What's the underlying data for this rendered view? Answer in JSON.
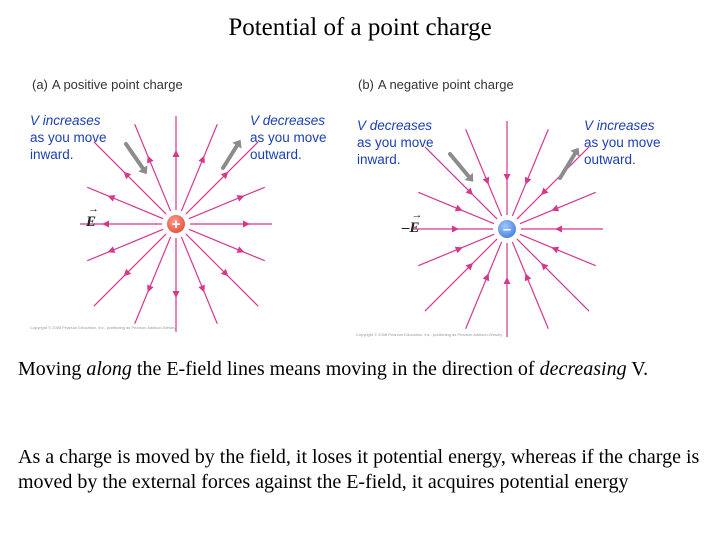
{
  "title": "Potential of a point charge",
  "panel_a": {
    "label": "(a)",
    "heading": "A positive point charge",
    "left_note": {
      "v": "V increases",
      "line2": "as you move",
      "line3": "inward."
    },
    "right_note": {
      "v": "V decreases",
      "line2": "as you move",
      "line3": "outward."
    },
    "e_label": "E",
    "charge_symbol": "+",
    "copyright": "Copyright © 2008 Pearson Education, Inc., publishing as Pearson Addison-Wesley.",
    "field_direction": "outward",
    "charge_color": "#d9402f"
  },
  "panel_b": {
    "label": "(b)",
    "heading": "A negative point charge",
    "left_note": {
      "v": "V decreases",
      "line2": "as you move",
      "line3": "inward."
    },
    "right_note": {
      "v": "V increases",
      "line2": "as you move",
      "line3": "outward."
    },
    "e_prefix": "–",
    "e_label": "E",
    "charge_symbol": "–",
    "copyright": "Copyright © 2008 Pearson Education, Inc., publishing as Pearson Addison-Wesley.",
    "field_direction": "inward",
    "charge_color": "#2f6fd9"
  },
  "paragraph1": {
    "p1": "Moving ",
    "em1": "along",
    "p2": " the E-field lines means moving in the direction of ",
    "em2": "decreasing",
    "p3": " V."
  },
  "paragraph2": "As a charge is moved by the field, it loses it potential energy, whereas if the charge is moved by the external forces against the E-field, it acquires potential energy",
  "colors": {
    "field_line": "#d6378f",
    "annotation_text": "#1a3fb3",
    "gray_arrow": "#8c8c8c"
  }
}
